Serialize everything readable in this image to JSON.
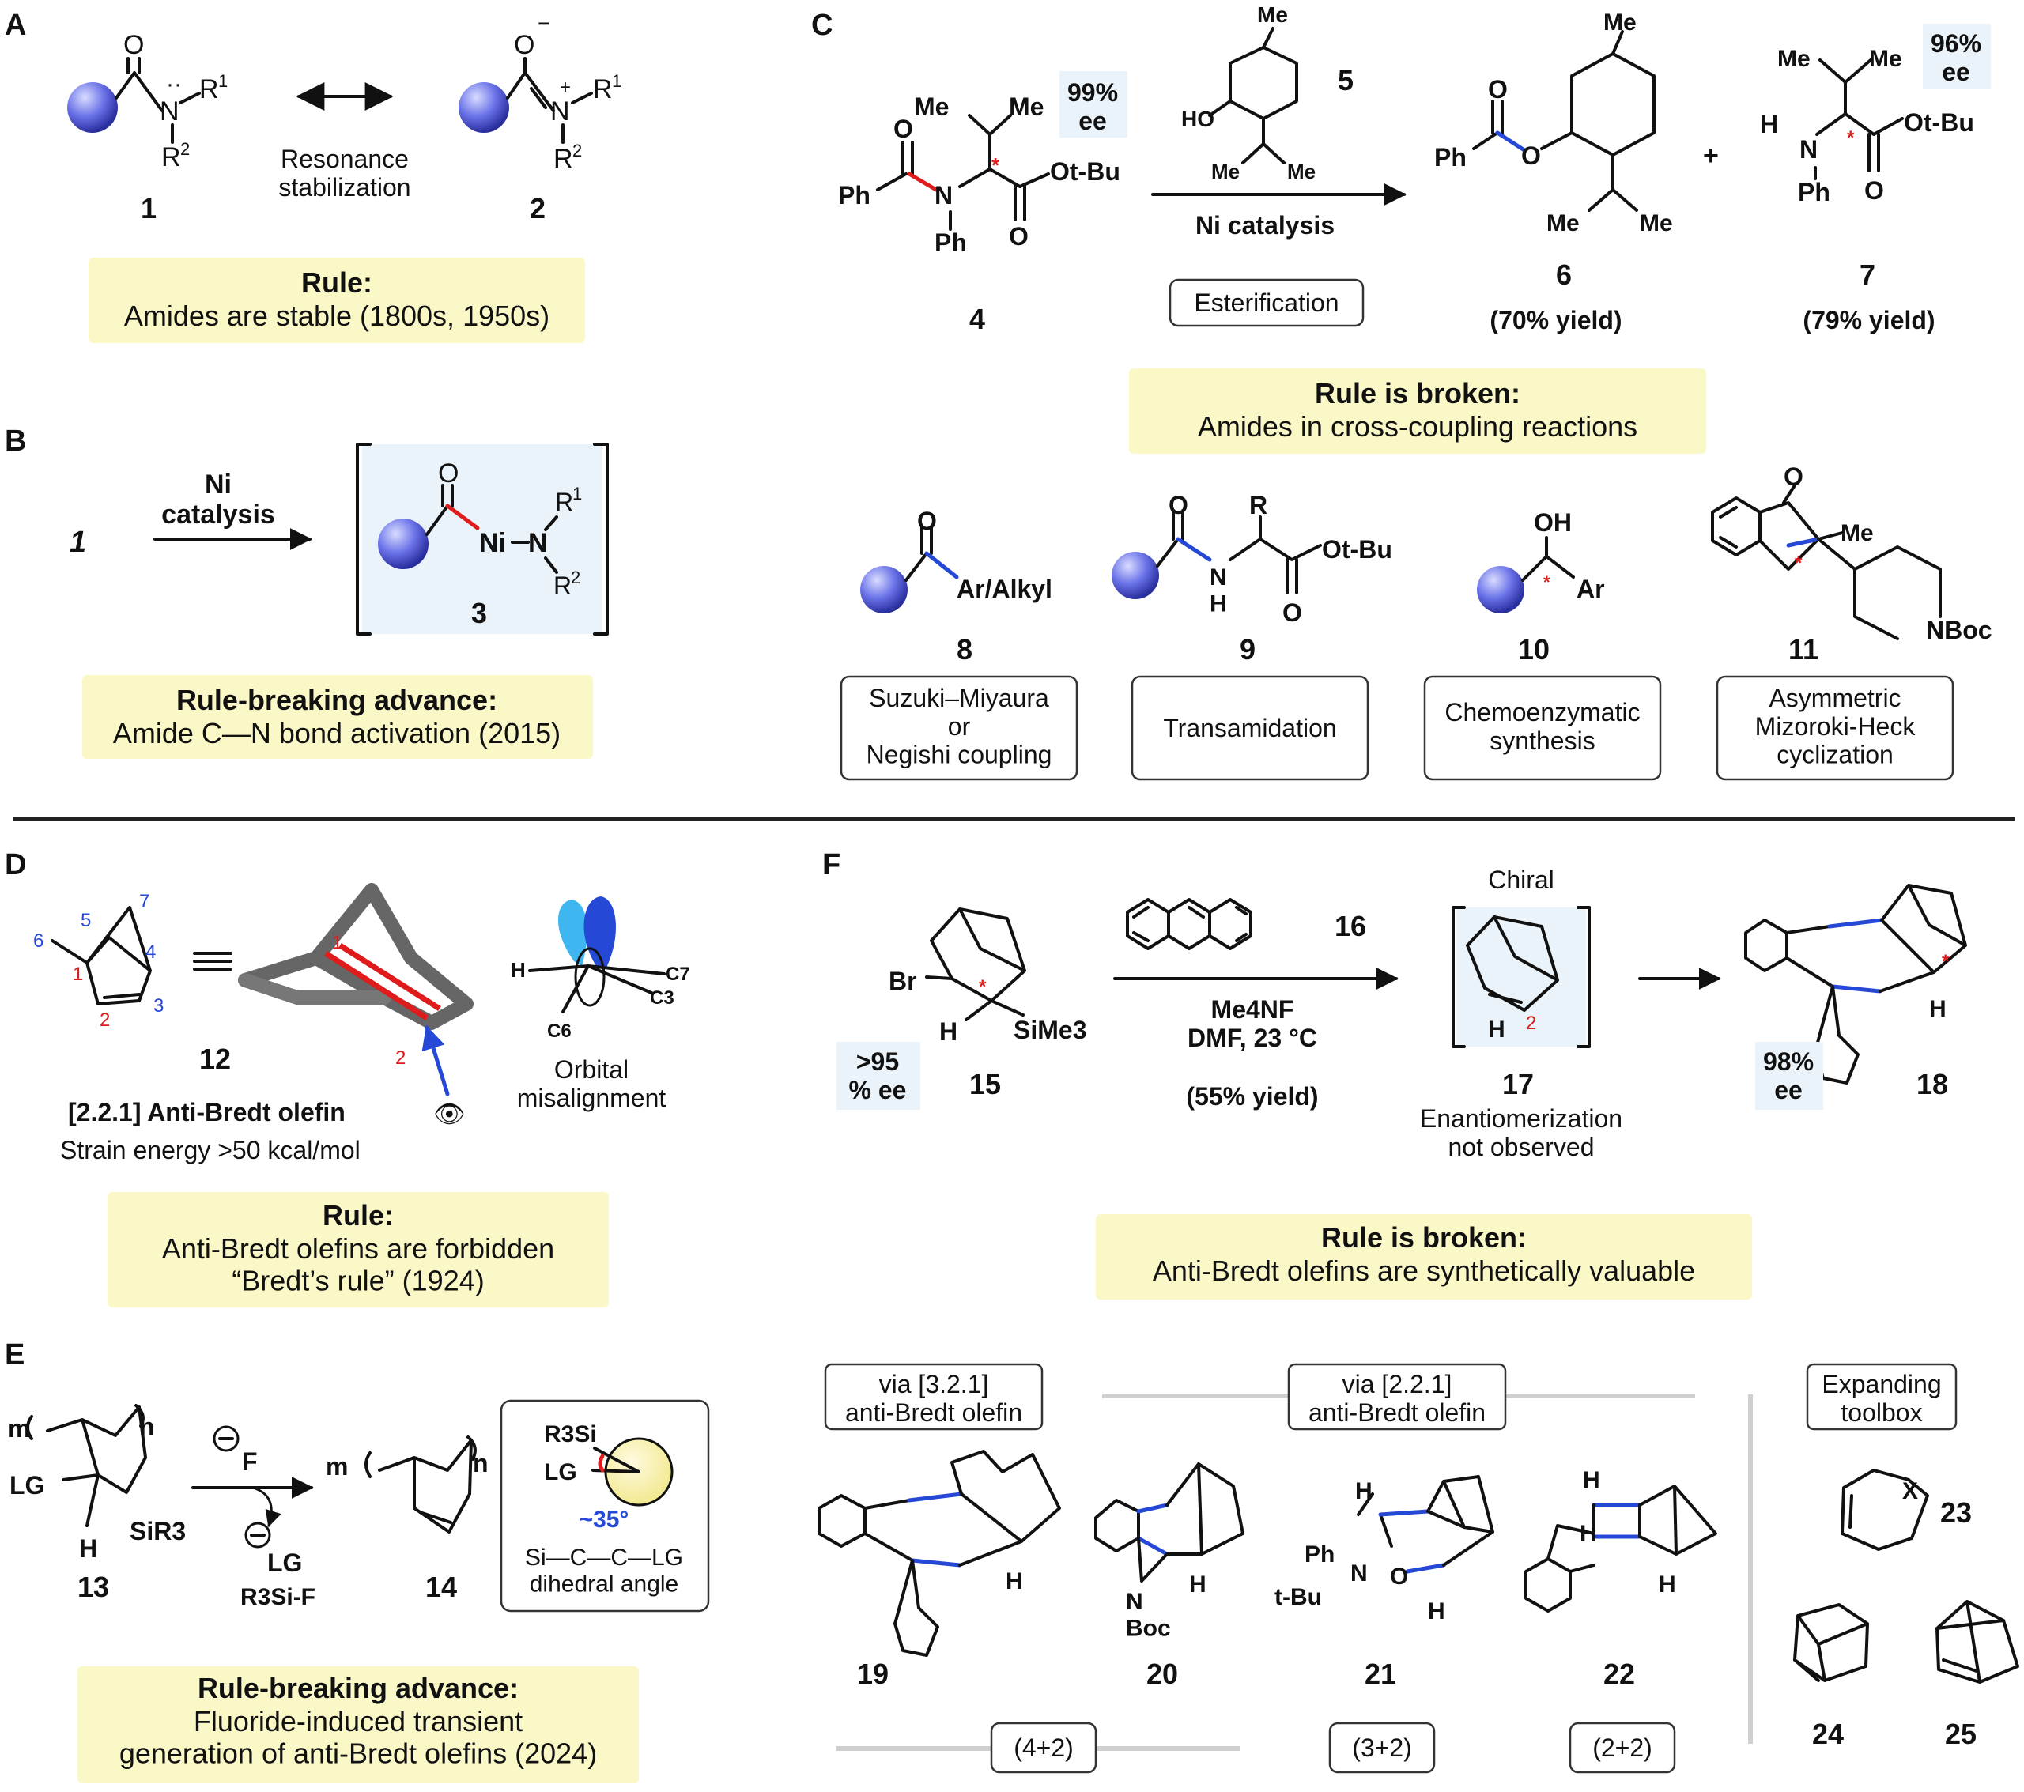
{
  "panels": {
    "a": {
      "letter": "A",
      "resonance": "Resonance\nstabilization",
      "c1": "1",
      "c2": "2",
      "rule_title": "Rule:",
      "rule_text": "Amides are stable (1800s, 1950s)",
      "atoms": {
        "o": "O",
        "n": "N",
        "r1": "R",
        "r2": "R",
        "sup1": "1",
        "sup2": "2",
        "plus": "+",
        "minus": "−"
      }
    },
    "b": {
      "letter": "B",
      "start": "1",
      "arrow_label": "Ni\ncatalysis",
      "complex_label": "3",
      "atoms": {
        "o": "O",
        "ni": "Ni",
        "n": "N",
        "r1": "R",
        "r2": "R",
        "sup1": "1",
        "sup2": "2"
      },
      "advance_title": "Rule-breaking advance:",
      "advance_text": "Amide C—N bond activation (2015)"
    },
    "c": {
      "letter": "C",
      "c4": "4",
      "c4_ee": "99%\nee",
      "c5": "5",
      "arrow_label": "Ni catalysis",
      "reaction_box": "Esterification",
      "c6": "6",
      "c6_yield": "(70% yield)",
      "plus": "+",
      "c7": "7",
      "c7_ee": "96%\nee",
      "c7_yield": "(79% yield)",
      "atoms": {
        "me": "Me",
        "o": "O",
        "ph": "Ph",
        "n": "N",
        "otbu": "Ot-Bu",
        "ho": "HO",
        "h": "H",
        "star": "*"
      },
      "broken_title": "Rule is broken:",
      "broken_text": "Amides in cross-coupling reactions",
      "examples": [
        {
          "num": "8",
          "label": "Suzuki–Miyaura\nor\nNegishi coupling",
          "atoms": "Ar/Alkyl"
        },
        {
          "num": "9",
          "label": "Transamidation",
          "atoms": "Ot-Bu"
        },
        {
          "num": "10",
          "label": "Chemoenzymatic\nsynthesis",
          "atoms": "Ar"
        },
        {
          "num": "11",
          "label": "Asymmetric\nMizoroki-Heck\ncyclization",
          "atoms": "NBoc"
        }
      ],
      "extra_atoms": {
        "r": "R",
        "oh": "OH",
        "nh": "N\nH"
      }
    },
    "d": {
      "letter": "D",
      "c12": "12",
      "olefin_label": "[2.2.1] Anti-Bredt olefin",
      "strain": "Strain energy >50 kcal/mol",
      "orbital": "Orbital\nmisalignment",
      "positions": [
        "1",
        "2",
        "3",
        "4",
        "5",
        "6",
        "7"
      ],
      "atoms": {
        "h": "H",
        "c7": "C7",
        "c3": "C3",
        "c6": "C6"
      },
      "rule_title": "Rule:",
      "rule_text": "Anti-Bredt olefins are forbidden\n“Bredt’s rule” (1924)"
    },
    "e": {
      "letter": "E",
      "c13": "13",
      "c14": "14",
      "atoms": {
        "m": "m",
        "n": "n",
        "lg": "LG",
        "sir3": "SiR3",
        "h": "H",
        "f": "F",
        "lg2": "LG",
        "r3sif": "R3Si-F",
        "r3si": "R3Si"
      },
      "angle": "~35°",
      "dihedral": "Si—C—C—LG\ndihedral angle",
      "advance_title": "Rule-breaking advance:",
      "advance_text": "Fluoride-induced transient\ngeneration of anti-Bredt olefins (2024)"
    },
    "f": {
      "letter": "F",
      "c15": "15",
      "c15_ee": ">95\n% ee",
      "c16": "16",
      "conditions": "Me4NF\nDMF, 23 °C",
      "yield": "(55% yield)",
      "chiral": "Chiral",
      "c17": "17",
      "enantiomerization": "Enantiomerization\nnot observed",
      "c18": "18",
      "c18_ee": "98%\nee",
      "atoms": {
        "br": "Br",
        "h": "H",
        "sime3": "SiMe3",
        "two": "2",
        "star": "*"
      },
      "broken_title": "Rule is broken:",
      "broken_text": "Anti-Bredt olefins are synthetically valuable",
      "via_321": "via [3.2.1]\nanti-Bredt olefin",
      "via_221": "via [2.2.1]\nanti-Bredt olefin",
      "toolbox": "Expanding\ntoolbox",
      "examples": [
        "19",
        "20",
        "21",
        "22",
        "23",
        "24",
        "25"
      ],
      "cycloadditions": [
        "(4+2)",
        "(3+2)",
        "(2+2)"
      ],
      "atoms2": {
        "boc": "N\nBoc",
        "ph": "Ph",
        "n": "N",
        "tbu": "t-Bu",
        "o": "O",
        "h": "H",
        "x": "X"
      }
    }
  },
  "colors": {
    "bond_highlight_red": "#e01b1b",
    "bond_highlight_blue": "#2548d6",
    "note_fill": "#fbf8c8",
    "highlight_fill": "#eaf3f9"
  }
}
